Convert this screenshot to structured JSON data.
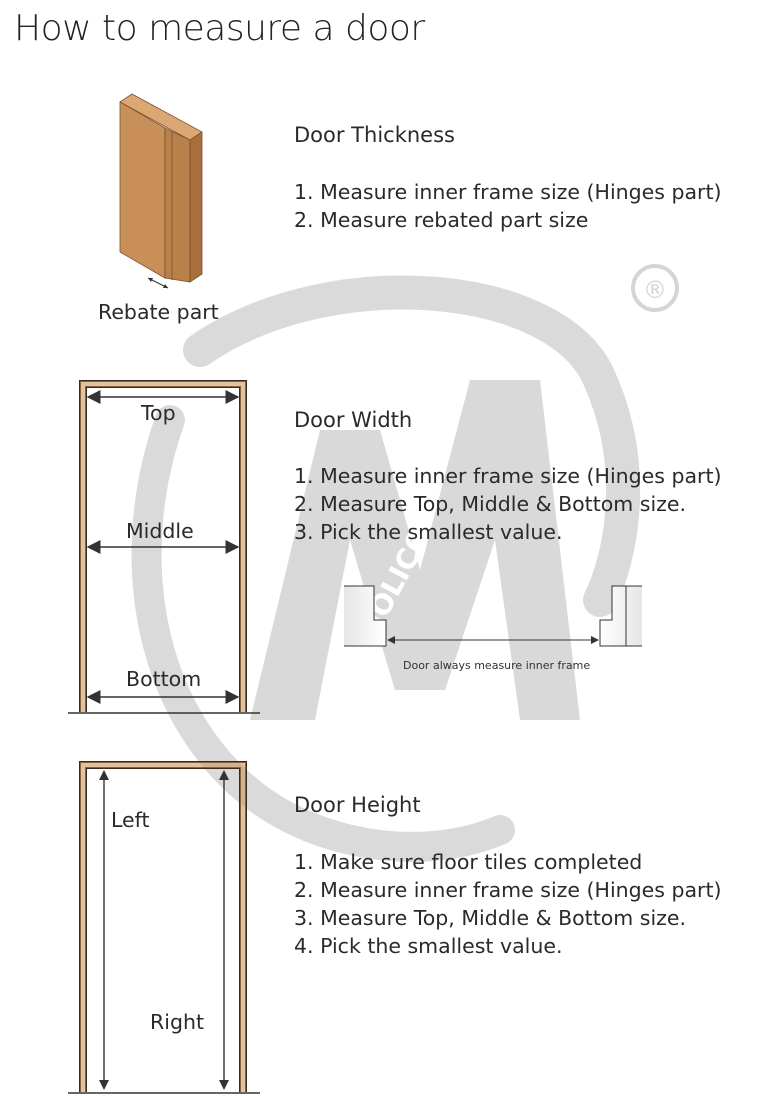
{
  "title": "How to measure a door",
  "watermark": {
    "text": "NOLICO",
    "registered_mark": "®"
  },
  "thickness": {
    "heading": "Door Thickness",
    "steps": [
      "1. Measure inner frame size (Hinges part)",
      "2. Measure rebated part size"
    ],
    "figure_label": "Rebate part"
  },
  "width": {
    "heading": "Door Width",
    "steps": [
      "1. Measure inner frame size (Hinges part)",
      "2. Measure Top, Middle & Bottom size.",
      "3. Pick the smallest value."
    ],
    "labels": {
      "top": "Top",
      "middle": "Middle",
      "bottom": "Bottom"
    },
    "detail_caption": "Door always measure inner frame"
  },
  "height": {
    "heading": "Door Height",
    "steps": [
      "1. Make sure floor tiles completed",
      "2. Measure inner frame size (Hinges part)",
      "3. Measure Top, Middle & Bottom size.",
      "4. Pick the smallest value."
    ],
    "labels": {
      "left": "Left",
      "right": "Right"
    }
  },
  "colors": {
    "wood_front": "#c98f58",
    "wood_side": "#b07744",
    "wood_top": "#dba775",
    "frame_line": "#3a2a1e",
    "watermark": "#d9d9d9"
  }
}
